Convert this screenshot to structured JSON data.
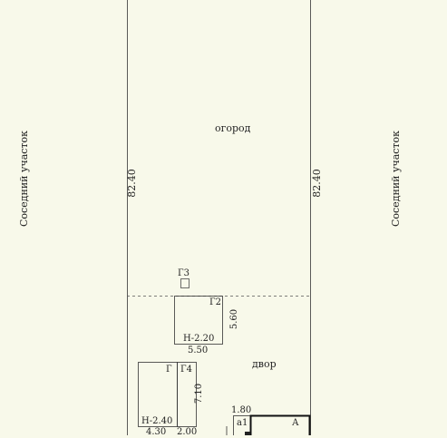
{
  "plot": {
    "garden_label": "огород",
    "yard_label": "двор",
    "left_neighbor": "Соседний участок",
    "right_neighbor": "Соседний участок",
    "left_length": "82.40",
    "right_length": "82.40"
  },
  "buildings": {
    "g2": {
      "name": "Г2",
      "height": "Н-2.20",
      "width": "5.50",
      "depth": "5.60"
    },
    "g3": {
      "name": "Г3"
    },
    "g": {
      "name": "Г",
      "height": "Н-2.40",
      "width": "4.30"
    },
    "g4": {
      "name": "Г4",
      "width": "2.00",
      "depth": "7.10"
    },
    "a": {
      "name": "А"
    },
    "a1": {
      "name": "а1",
      "width": "1.80"
    }
  }
}
